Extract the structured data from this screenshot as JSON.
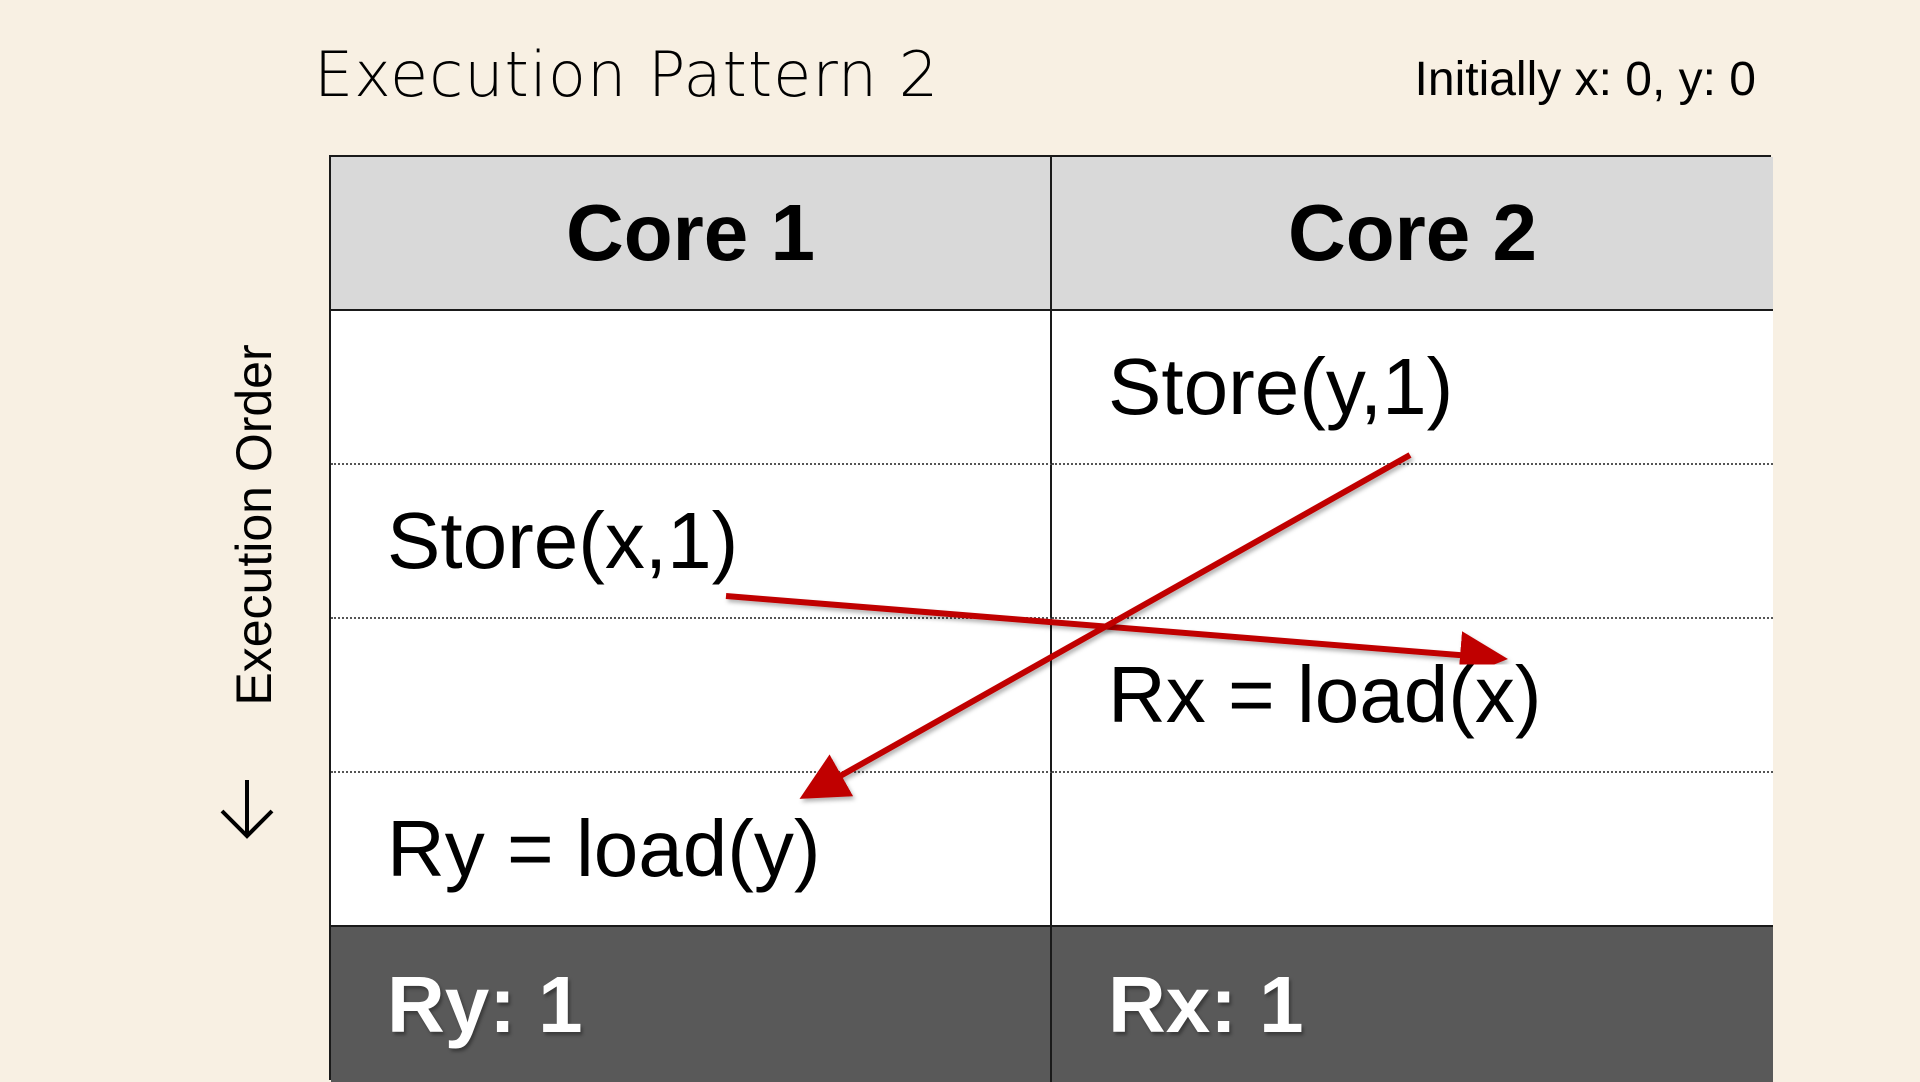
{
  "title": "Execution Pattern 2",
  "initial": "Initially x: 0, y: 0",
  "order_label": "Execution Order",
  "arrow_color": "#c00000",
  "table": {
    "headers": [
      "Core 1",
      "Core 2"
    ],
    "rows": [
      [
        "",
        "Store(y,1)"
      ],
      [
        "Store(x,1)",
        ""
      ],
      [
        "",
        "Rx = load(x)"
      ],
      [
        "Ry = load(y)",
        ""
      ]
    ],
    "results": [
      "Ry: 1",
      "Rx: 1"
    ]
  },
  "arrows": [
    {
      "from": "Store(x,1)",
      "to": "Rx = load(x)"
    },
    {
      "from": "Store(y,1)",
      "to": "Ry = load(y)"
    }
  ]
}
